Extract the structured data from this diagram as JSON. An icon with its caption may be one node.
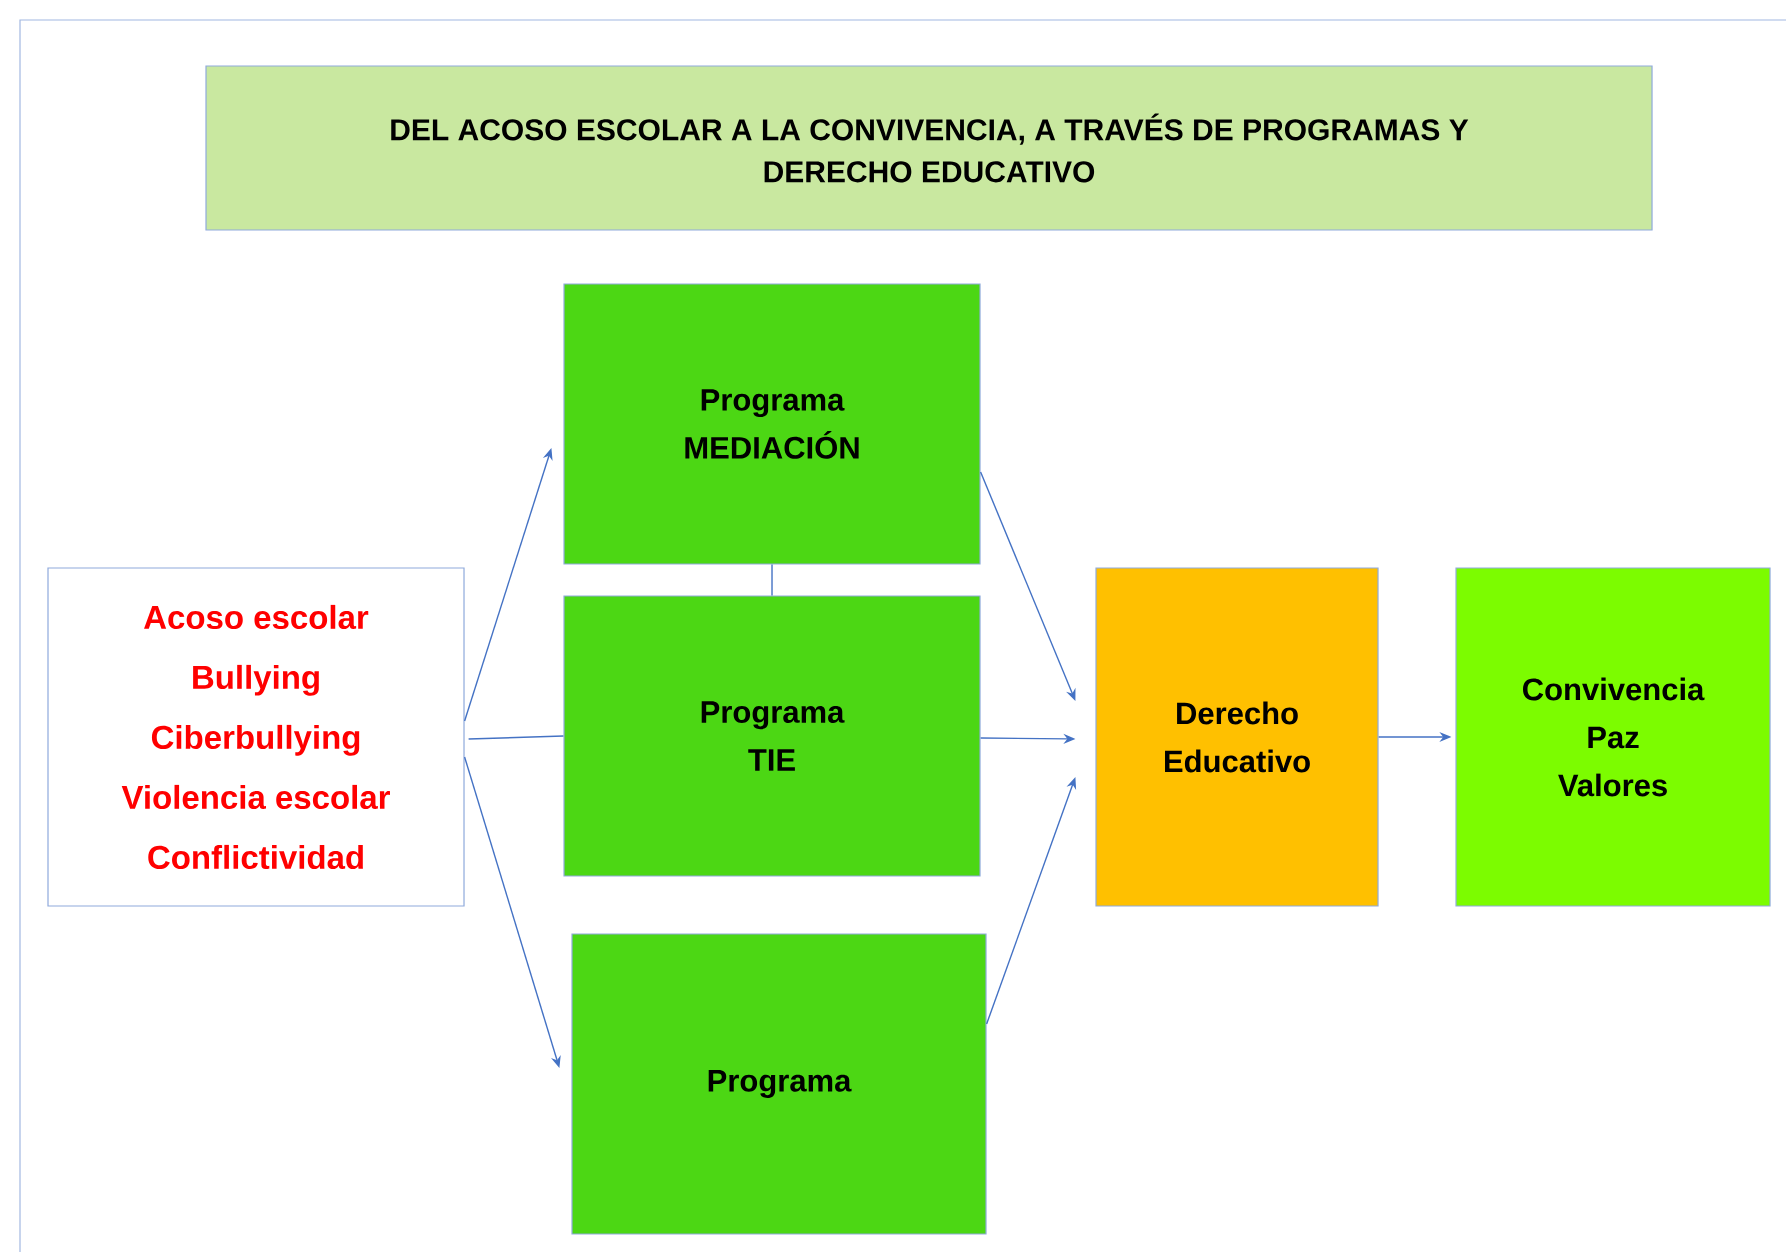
{
  "diagram": {
    "nodes": [
      {
        "text": [
          "DEL ACOSO ESCOLAR A LA CONVIVENCIA, A TRAVÉS DE PROGRAMAS Y DERECHO EDUCATIVO"
        ]
      },
      {
        "text": [
          "Acoso escolar",
          "Bullying",
          "Ciberbullying",
          "Violencia escolar",
          "Conflictividad"
        ]
      },
      {
        "text": [
          "Programa MEDIACIÓN"
        ]
      },
      {
        "text": [
          "Programa TIE"
        ]
      },
      {
        "text": [
          "Programa"
        ]
      },
      {
        "text": [
          "Derecho Educativo"
        ]
      },
      {
        "text": [
          "Convivencia",
          "Paz",
          "Valores"
        ]
      }
    ],
    "edges": [
      {
        "from": 1,
        "to": 2,
        "arrow": "to"
      },
      {
        "from": 1,
        "to": 3,
        "arrow": "none"
      },
      {
        "from": 1,
        "to": 4,
        "arrow": "to"
      },
      {
        "from": 2,
        "to": 3,
        "arrow": "none"
      },
      {
        "from": 2,
        "to": 5,
        "arrow": "to"
      },
      {
        "from": 3,
        "to": 5,
        "arrow": "to"
      },
      {
        "from": 4,
        "to": 5,
        "arrow": "to"
      },
      {
        "from": 5,
        "to": 6,
        "arrow": "to"
      }
    ]
  }
}
